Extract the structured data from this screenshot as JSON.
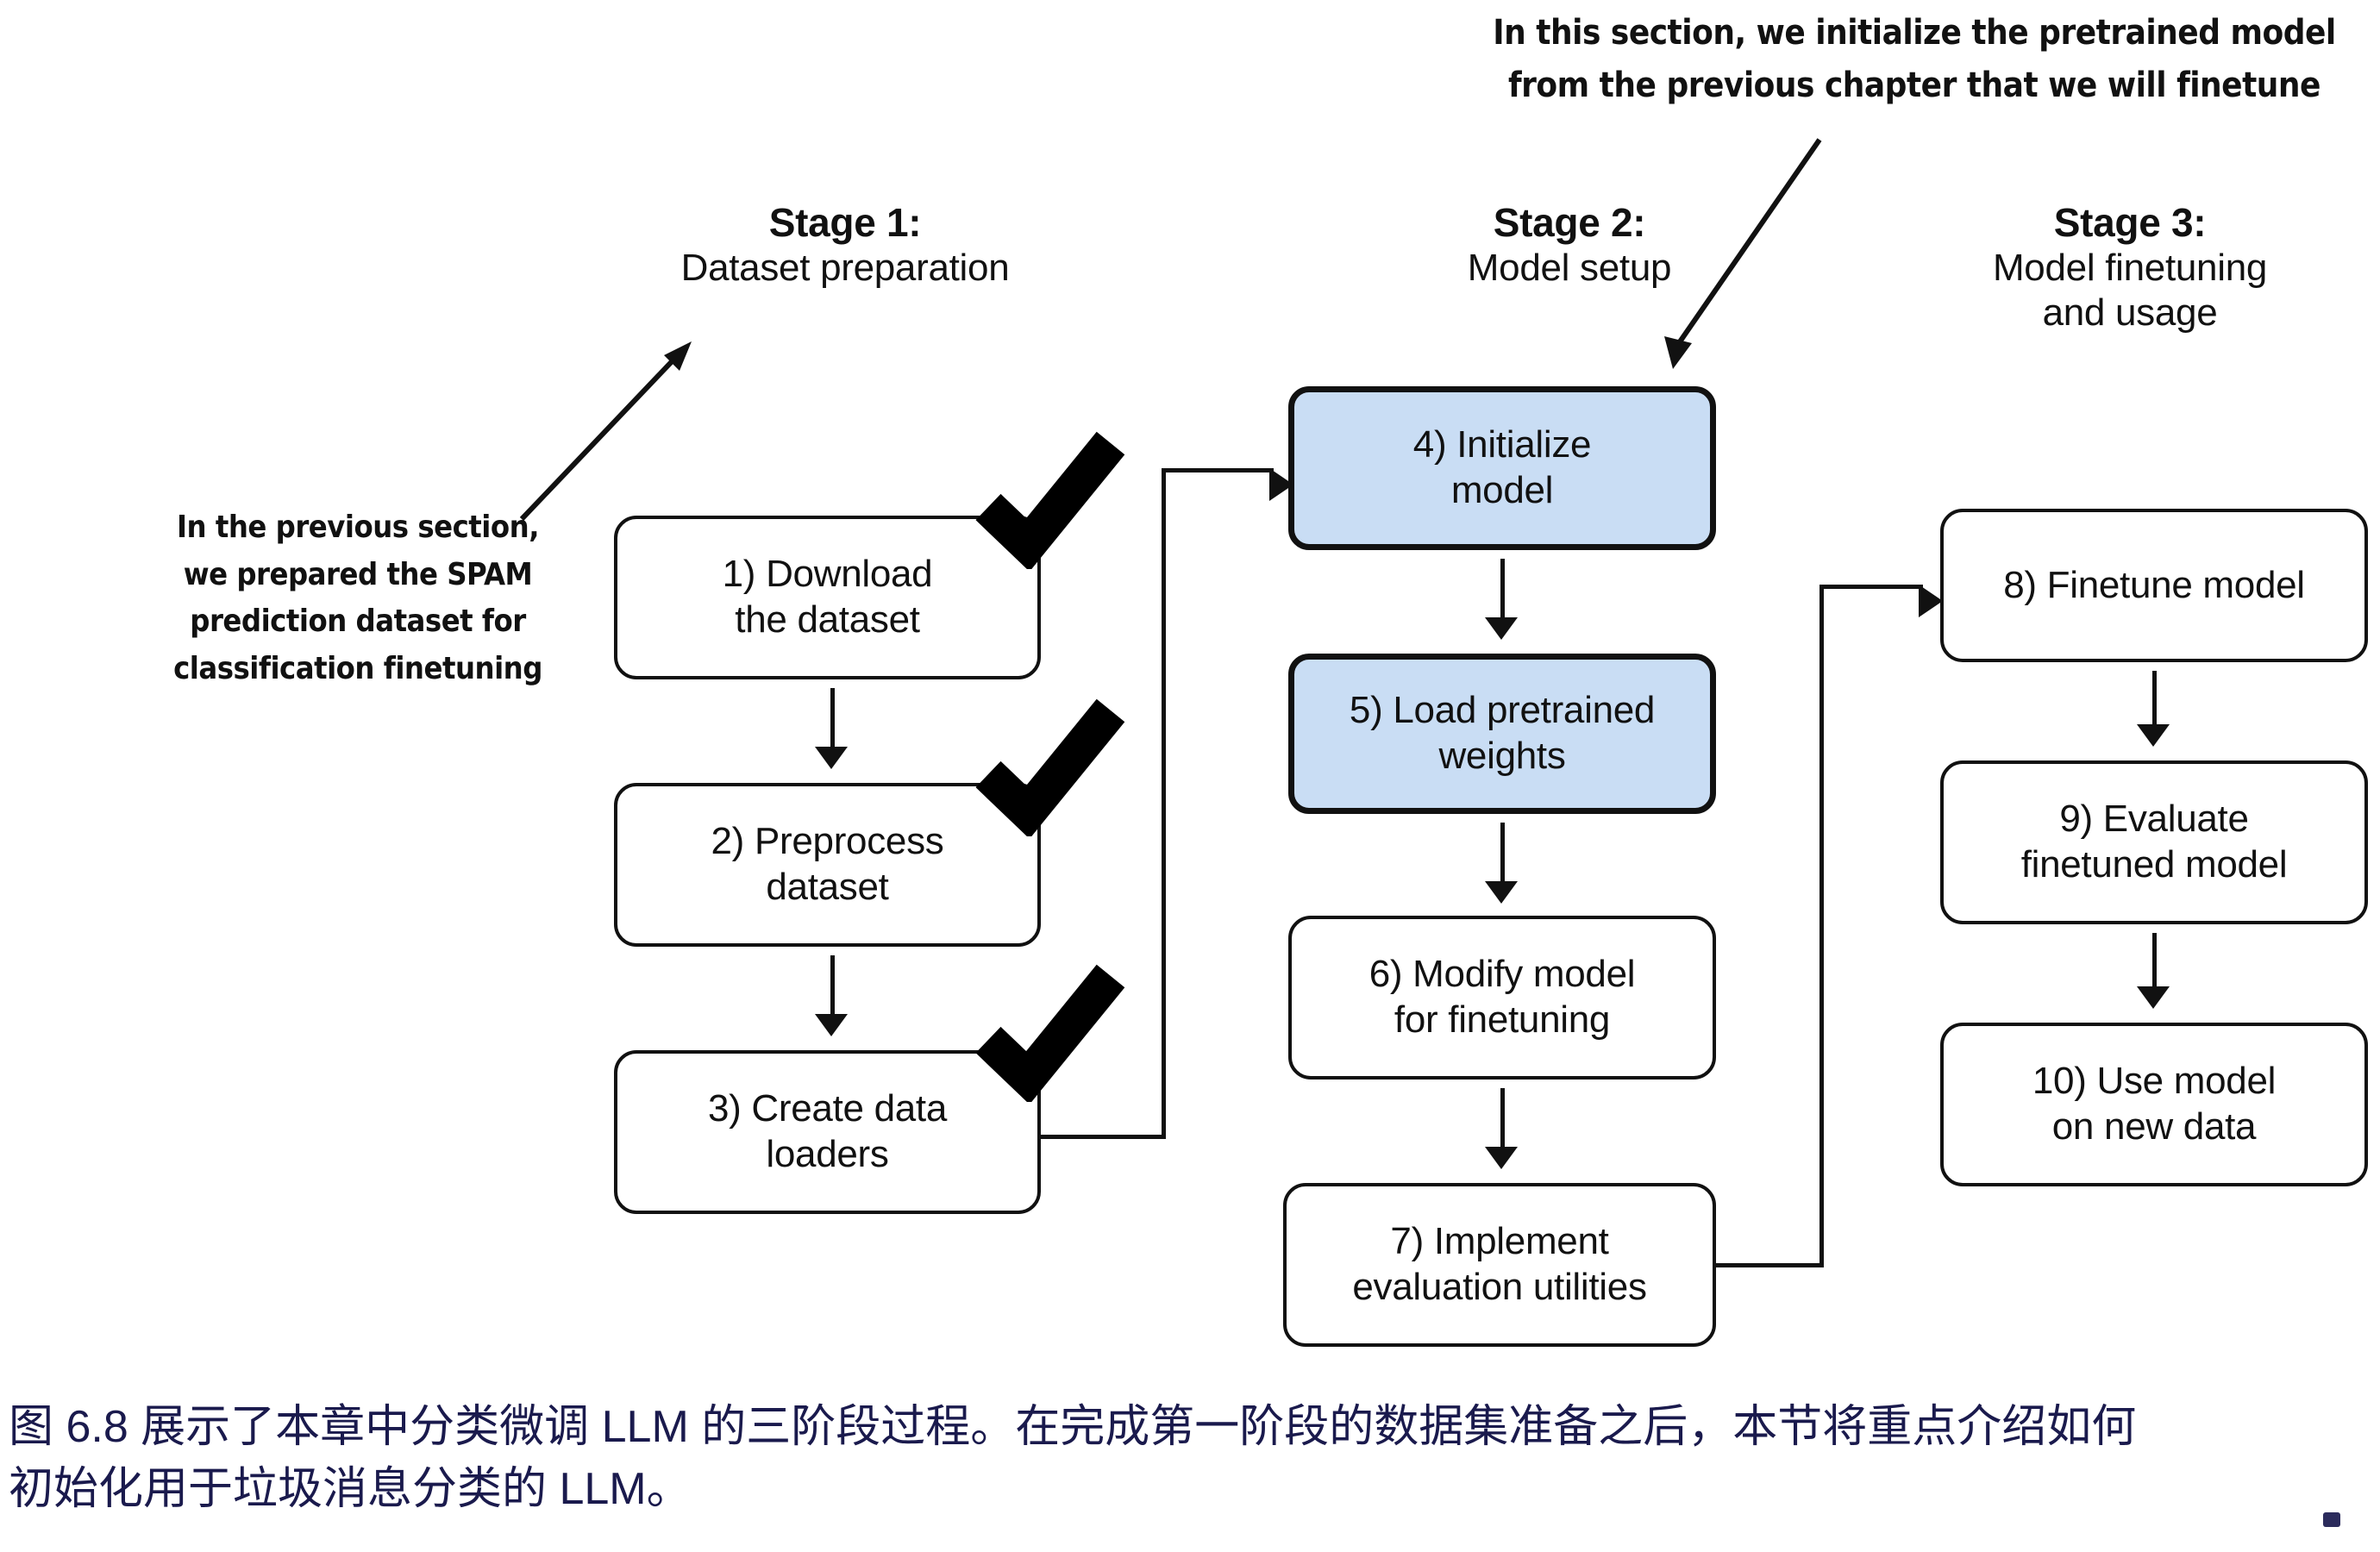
{
  "annotations": {
    "top": {
      "line1": "In this section, we initialize the pretrained model",
      "line2": "from the previous chapter that we will finetune"
    },
    "left": {
      "line1": "In the previous section,",
      "line2": "we prepared the SPAM",
      "line3": "prediction dataset for",
      "line4": "classification finetuning"
    }
  },
  "stages": [
    {
      "title": "Stage 1:",
      "subtitle_line1": "Dataset preparation",
      "subtitle_line2": ""
    },
    {
      "title": "Stage 2:",
      "subtitle_line1": "Model setup",
      "subtitle_line2": ""
    },
    {
      "title": "Stage 3:",
      "subtitle_line1": "Model finetuning",
      "subtitle_line2": "and usage"
    }
  ],
  "nodes": {
    "n1": {
      "line1": "1) Download",
      "line2": "the dataset",
      "checked": "true",
      "highlight": "false"
    },
    "n2": {
      "line1": "2) Preprocess",
      "line2": "dataset",
      "checked": "true",
      "highlight": "false"
    },
    "n3": {
      "line1": "3) Create data",
      "line2": "loaders",
      "checked": "true",
      "highlight": "false"
    },
    "n4": {
      "line1": "4) Initialize",
      "line2": "model",
      "checked": "false",
      "highlight": "true"
    },
    "n5": {
      "line1": "5) Load pretrained",
      "line2": "weights",
      "checked": "false",
      "highlight": "true"
    },
    "n6": {
      "line1": "6) Modify model",
      "line2": "for finetuning",
      "checked": "false",
      "highlight": "false"
    },
    "n7": {
      "line1": "7) Implement",
      "line2": "evaluation utilities",
      "checked": "false",
      "highlight": "false"
    },
    "n8": {
      "line1": "8) Finetune model",
      "line2": "",
      "checked": "false",
      "highlight": "false"
    },
    "n9": {
      "line1": "9) Evaluate",
      "line2": "finetuned model",
      "checked": "false",
      "highlight": "false"
    },
    "n10": {
      "line1": "10) Use model",
      "line2": "on new data",
      "checked": "false",
      "highlight": "false"
    }
  },
  "caption": {
    "line1": "图 6.8 展示了本章中分类微调 LLM 的三阶段过程。在完成第一阶段的数据集准备之后，本节将重点介绍如何",
    "line2": "初始化用于垃圾消息分类的 LLM。"
  },
  "colors": {
    "highlight_fill": "#c9ddf4",
    "stroke": "#111111",
    "caption_text": "#1a1a4d",
    "background": "#ffffff"
  }
}
